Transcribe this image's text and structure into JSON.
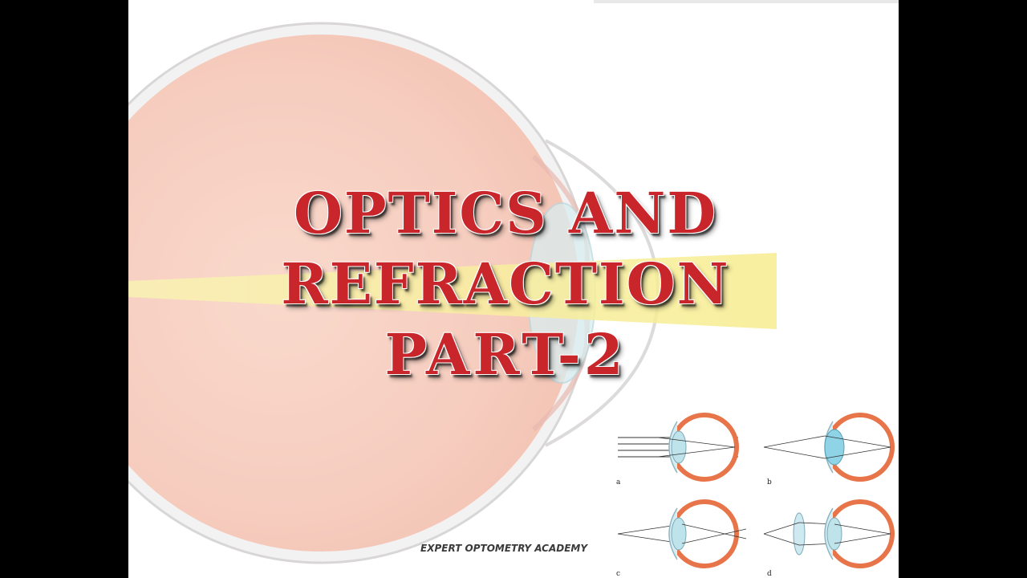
{
  "title": {
    "line1": "OPTICS AND",
    "line2": "REFRACTION",
    "line3": "PART-2"
  },
  "watermark": "EXPERT OPTOMETRY ACADEMY",
  "diagram": {
    "panel_labels": [
      "a",
      "b",
      "c",
      "d"
    ]
  },
  "colors": {
    "title_red": "#c9262c",
    "eye_fill": "#f6cdbf",
    "light_beam": "#f8ef9a",
    "sclera_orange": "#e8744a",
    "lens_blue": "#bfe3ea"
  }
}
